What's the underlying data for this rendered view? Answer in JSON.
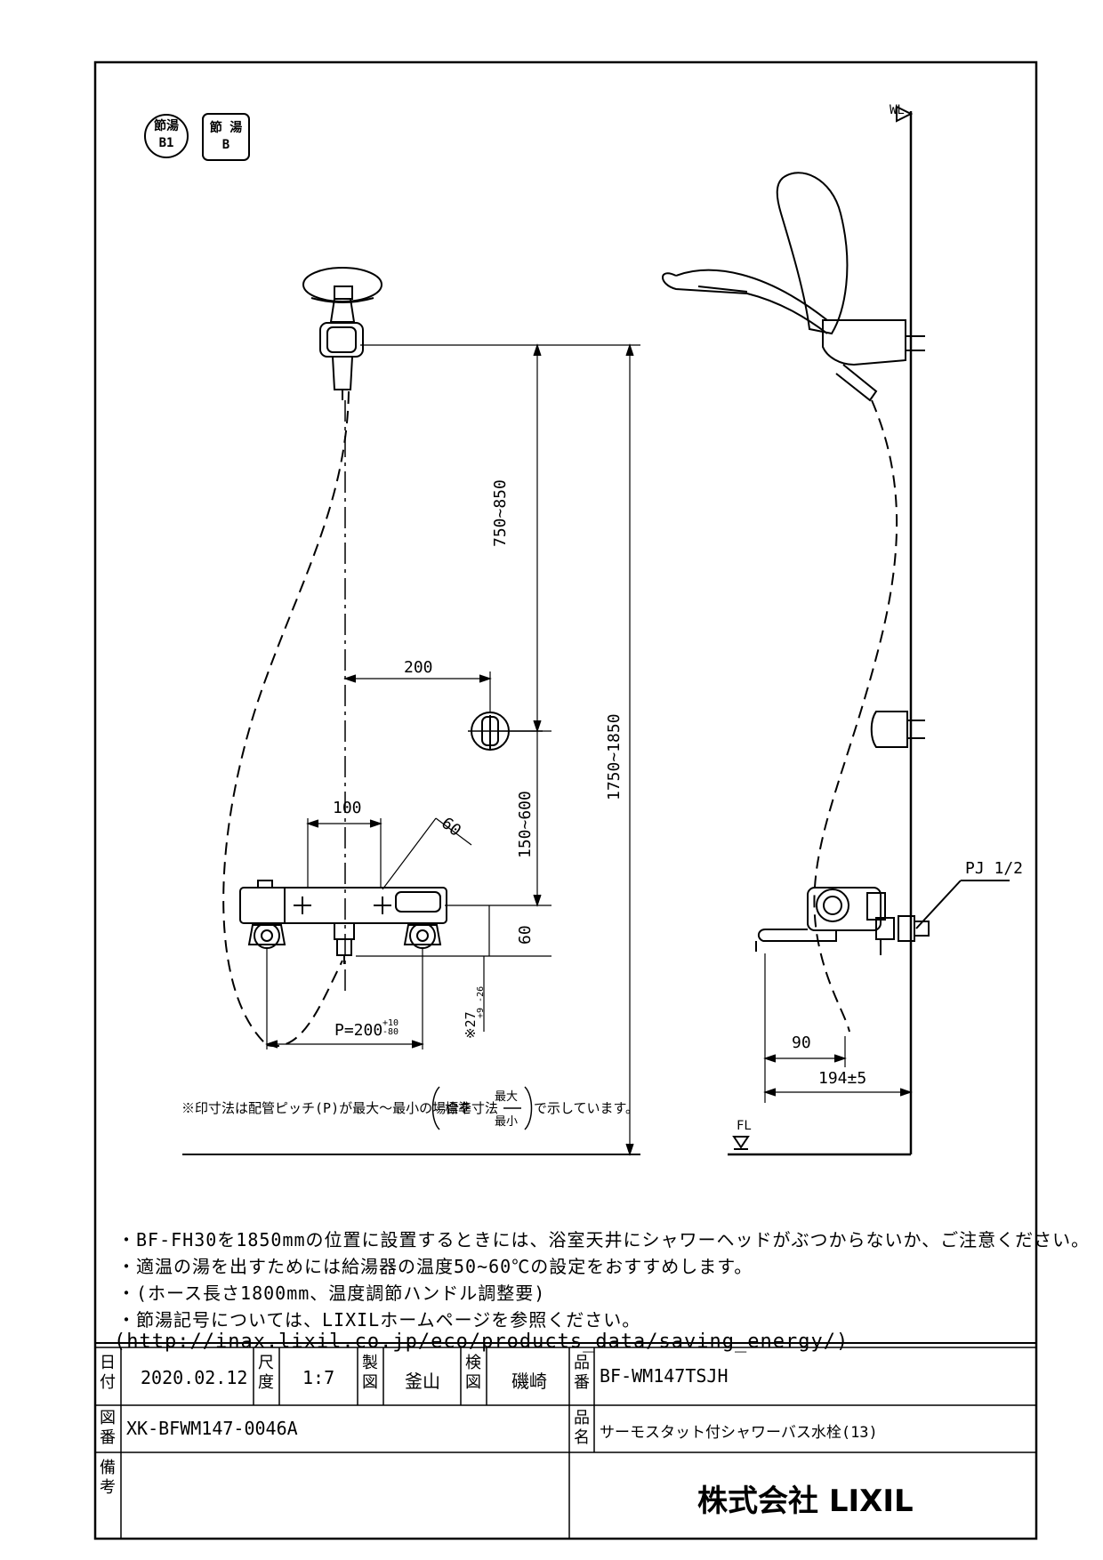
{
  "badges": {
    "circle": [
      "節湯",
      "B1"
    ],
    "square": [
      "節 湯",
      "B"
    ]
  },
  "dims": {
    "d_750_850": "750~850",
    "d_200": "200",
    "d_1750_1850": "1750~1850",
    "d_100": "100",
    "d_60_angle": "60",
    "d_150_600": "150~600",
    "d_60": "60",
    "d_27": "※27",
    "d_27_tol": "+9 -26",
    "d_pitch": "P=200",
    "d_pitch_tol": "+10 -80",
    "d_90": "90",
    "d_194": "194±5",
    "pj": "PJ 1/2",
    "wl": "WL",
    "fl": "FL"
  },
  "legend_note": {
    "before": "※印寸法は配管ピッチ(P)が最大～最小の場合を",
    "std": "標準寸法",
    "max": "最大",
    "min": "最小",
    "after": "で示しています。"
  },
  "notes": [
    "・BF-FH30を1850mmの位置に設置するときには、浴室天井にシャワーヘッドがぶつからないか、ご注意ください。",
    "・適温の湯を出すためには給湯器の温度50~60℃の設定をおすすめします。",
    "・(ホース長さ1800mm、温度調節ハンドル調整要)",
    "・節湯記号については、LIXILホームページを参照ください。",
    "(http://inax.lixil.co.jp/eco/products_data/saving_energy/)"
  ],
  "title_block": {
    "date_label": "日付",
    "date": "2020.02.12",
    "scale_label": "尺度",
    "scale": "1:7",
    "drawn_label": "製図",
    "drawn": "釜山",
    "checked_label": "検図",
    "checked": "磯崎",
    "part_no_label": "品番",
    "part_no": "BF-WM147TSJH",
    "drawing_no_label": "図番",
    "drawing_no": "XK-BFWM147-0046A",
    "part_name_label": "品名",
    "part_name": "サーモスタット付シャワーバス水栓(13)",
    "remarks_label": "備考",
    "company": "株式会社 LIXIL"
  }
}
